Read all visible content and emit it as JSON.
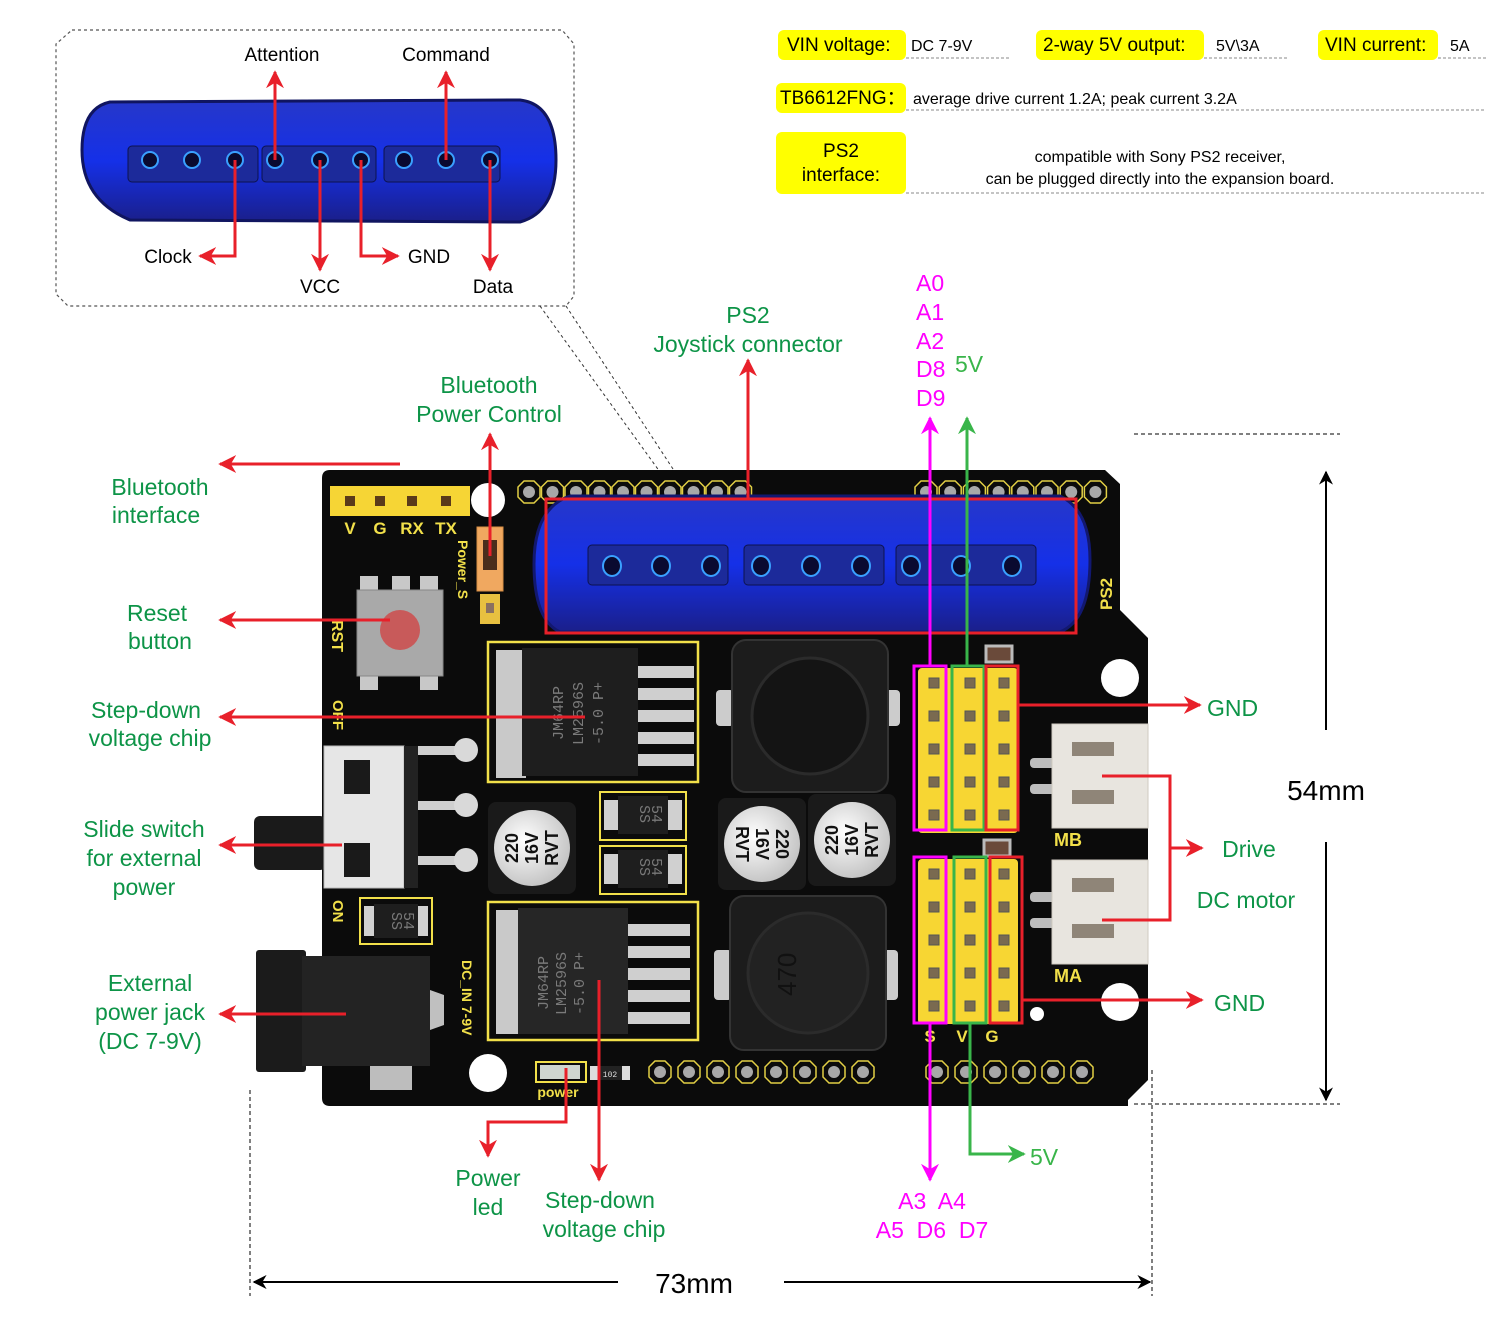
{
  "specs": {
    "vin_voltage": {
      "key": "VIN voltage:",
      "value": "DC 7-9V"
    },
    "output_5v": {
      "key": "2-way 5V output:",
      "value": "5V\\3A"
    },
    "vin_current": {
      "key": "VIN current:",
      "value": "5A"
    },
    "driver": {
      "key": "TB6612FNG：",
      "value": "average drive current 1.2A; peak current 3.2A"
    },
    "ps2": {
      "key_line1": "PS2",
      "key_line2": "interface:",
      "value_line1": "compatible with Sony PS2 receiver,",
      "value_line2": "can be plugged directly into the expansion board."
    }
  },
  "ps2_pinout": {
    "top": [
      "Attention",
      "Command"
    ],
    "bottom": [
      "Clock",
      "VCC",
      "GND",
      "Data"
    ]
  },
  "callouts": {
    "ps2_connector": [
      "PS2",
      "Joystick connector"
    ],
    "bt_power": [
      "Bluetooth",
      "Power Control"
    ],
    "bt_interface": [
      "Bluetooth",
      "interface"
    ],
    "reset": [
      "Reset",
      "button"
    ],
    "stepdown_top": [
      "Step-down",
      "voltage chip"
    ],
    "slide_switch": [
      "Slide switch",
      "for external",
      "power"
    ],
    "power_jack": [
      "External",
      "power jack",
      "(DC 7-9V)"
    ],
    "power_led": [
      "Power",
      "led"
    ],
    "stepdown_bottom": [
      "Step-down",
      "voltage chip"
    ],
    "gnd_top": "GND",
    "gnd_bottom": "GND",
    "drive": "Drive",
    "dc_motor": "DC motor"
  },
  "pins": {
    "top_signal": [
      "A0",
      "A1",
      "A2",
      "D8",
      "D9"
    ],
    "top_5v": "5V",
    "bottom_signal_line1": "A3  A4",
    "bottom_signal_line2": "A5  D6  D7",
    "bottom_5v": "5V"
  },
  "dimensions": {
    "width": "73mm",
    "height": "54mm"
  },
  "silkscreen": {
    "bt_pins": [
      "V",
      "G",
      "RX",
      "TX"
    ],
    "power_s": "Power_S",
    "rst": "RST",
    "off": "OFF",
    "on": "ON",
    "dc_in": "DC_IN 7-9V",
    "power": "power",
    "ps2": "PS2",
    "mb": "MB",
    "ma": "MA",
    "svg": [
      "S",
      "V",
      "G"
    ],
    "chip_top": [
      "JM64RP",
      "LM2596S",
      "-5.0  P+"
    ],
    "chip_bottom": [
      "JM64RP",
      "LM2596S",
      "-5.0  P+"
    ],
    "cap": [
      "220",
      "16V",
      "RVT"
    ],
    "diode": [
      "SS",
      "54"
    ],
    "inductor": "470",
    "resistor": "102"
  },
  "colors": {
    "callout_text": "#0d9447",
    "arrow_red": "#e8202a",
    "signal_magenta": "#ff00ff",
    "power_green": "#39b54a",
    "highlight_yellow": "#ffff00",
    "pcb_black": "#0b0b0b",
    "silk_yellow": "#f2e04a",
    "ps2_blue": "#1a2fd0"
  }
}
